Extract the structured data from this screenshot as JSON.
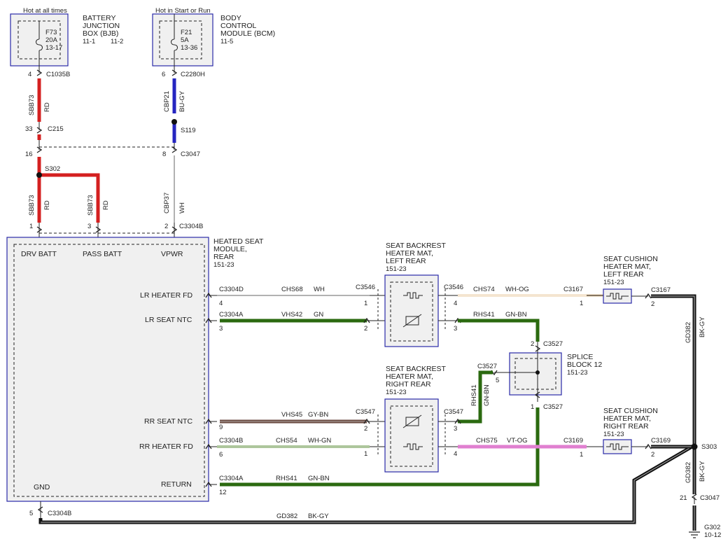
{
  "colors": {
    "red": "#d42020",
    "blue": "#2525c0",
    "green": "#2b6a10",
    "brown": "#6a4a40",
    "pink": "#e07fd0",
    "black": "#111111",
    "component_fill": "#f0f0f0",
    "component_border": "#2a2aa8"
  },
  "sources": {
    "left_header": "Hot at all times",
    "left_title": [
      "BATTERY",
      "JUNCTION",
      "BOX (BJB)"
    ],
    "left_title_pages": [
      "11-1",
      "11-2"
    ],
    "left_fuse": [
      "F73",
      "20A",
      "13-17"
    ],
    "right_header": "Hot in Start or Run",
    "right_title": [
      "BODY",
      "CONTROL",
      "MODULE (BCM)"
    ],
    "right_title_page": "11-5",
    "right_fuse": [
      "F21",
      "5A",
      "13-36"
    ]
  },
  "feed": {
    "left_top_pin": "4",
    "left_top_conn": "C1035B",
    "left_top_circuit": "SBB73",
    "left_top_color": "RD",
    "c215_pin": "33",
    "c215": "C215",
    "c3047_left_pin": "16",
    "s302": "S302",
    "left_branch1_circuit": "SBB73",
    "left_branch1_color": "RD",
    "left_branch2_circuit": "SBB73",
    "left_branch2_color": "RD",
    "right_top_pin": "6",
    "right_top_conn": "C2280H",
    "right_top_circuit": "CBP21",
    "right_top_color": "BU-GY",
    "s119": "S119",
    "c3047_right_pin": "8",
    "c3047": "C3047",
    "right_bottom_circuit": "CBP37",
    "right_bottom_color": "WH",
    "pin_drv": "1",
    "pin_pass": "3",
    "pin_vpwr": "2",
    "module_conn": "C3304B"
  },
  "module": {
    "title": [
      "HEATED SEAT",
      "MODULE,",
      "REAR",
      "151-23"
    ],
    "drv": "DRV BATT",
    "pass": "PASS BATT",
    "vpwr": "VPWR",
    "lr_heater": "LR HEATER FD",
    "lr_ntc": "LR SEAT NTC",
    "rr_ntc": "RR SEAT NTC",
    "rr_heater": "RR HEATER FD",
    "return": "RETURN",
    "gnd": "GND"
  },
  "wires": {
    "lr_heater": {
      "conn": "C3304D",
      "pin": "4",
      "circuit": "CHS68",
      "color": "WH",
      "end_conn": "C3546",
      "end_pin": "1"
    },
    "lr_ntc": {
      "conn": "C3304A",
      "pin": "3",
      "circuit": "VHS42",
      "color": "GN",
      "end_pin": "2"
    },
    "rr_ntc": {
      "pin": "9",
      "circuit": "VHS45",
      "color": "GY-BN",
      "end_conn": "C3547",
      "end_pin": "2"
    },
    "rr_heater": {
      "conn": "C3304B",
      "pin": "6",
      "circuit": "CHS54",
      "color": "WH-GN",
      "end_pin": "1"
    },
    "return": {
      "conn": "C3304A",
      "pin": "12",
      "circuit": "RHS41",
      "color": "GN-BN"
    },
    "gnd": {
      "pin": "5",
      "conn": "C3304B",
      "circuit": "GD382",
      "color": "BK-GY"
    }
  },
  "left_mat": {
    "title": [
      "SEAT BACKREST",
      "HEATER MAT,",
      "LEFT REAR",
      "151-23"
    ],
    "conn": "C3546",
    "pin_heater": "4",
    "pin_ntc": "3",
    "heater_circuit": "CHS74",
    "heater_color": "WH-OG",
    "ntc_circuit": "RHS41",
    "ntc_color": "GN-BN"
  },
  "right_mat": {
    "title": [
      "SEAT BACKREST",
      "HEATER MAT,",
      "RIGHT REAR",
      "151-23"
    ],
    "conn": "C3547",
    "pin_ntc": "3",
    "pin_heater": "4",
    "heater_circuit": "CHS75",
    "heater_color": "VT-OG",
    "ntc_circuit": "RHS41",
    "ntc_color": "GN-BN"
  },
  "splice": {
    "title": [
      "SPLICE",
      "BLOCK 12",
      "151-23"
    ],
    "top_pin": "2",
    "top_conn": "C3527",
    "side_conn": "C3527",
    "side_pin": "5",
    "bottom_pin": "1",
    "bottom_conn": "C3527"
  },
  "cushion_left": {
    "title": [
      "SEAT CUSHION",
      "HEATER MAT,",
      "LEFT REAR",
      "151-23"
    ],
    "in_conn": "C3167",
    "in_pin": "1",
    "out_conn": "C3167",
    "out_pin": "2"
  },
  "cushion_right": {
    "title": [
      "SEAT CUSHION",
      "HEATER MAT,",
      "RIGHT REAR",
      "151-23"
    ],
    "in_conn": "C3169",
    "in_pin": "1",
    "out_conn": "C3169",
    "out_pin": "2"
  },
  "ground": {
    "upper_circuit": "GD382",
    "upper_color": "BK-GY",
    "s303": "S303",
    "lower_circuit": "GD382",
    "lower_color": "BK-GY",
    "c3047_pin": "21",
    "c3047": "C3047",
    "g302": "G302",
    "g302_page": "10-12"
  }
}
